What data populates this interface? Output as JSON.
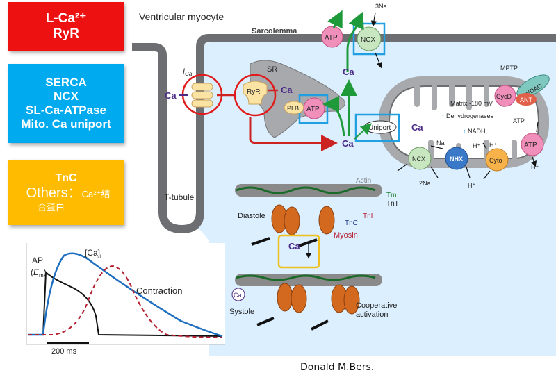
{
  "legend": {
    "red_box": [
      "L-Ca²⁺",
      "RyR"
    ],
    "blue_box": [
      "SERCA",
      "NCX",
      "SL-Ca-ATPase",
      "Mito. Ca uniport"
    ],
    "orange_box": {
      "line1": "TnC",
      "line2_large": "Others：",
      "line2_small": "Ca²⁺结",
      "line3": "合蛋白"
    }
  },
  "diagram": {
    "title": "Ventricular myocyte",
    "sarcolemma": "Sarcolemma",
    "t_tubule": "T-tubule",
    "sr": "SR",
    "ica": "I",
    "ica_sub": "Ca",
    "ca": "Ca",
    "ryr": "RyR",
    "plb": "PLB",
    "atp": "ATP",
    "ncx": "NCX",
    "three_na": "3Na",
    "uniport": "Uniport",
    "matrix": "Matrix -180 mV",
    "dehydrogenases": "Dehydrogenases",
    "nadh": "NADH",
    "mptp": "MPTP",
    "vdac": "VDAC",
    "cycd": "CycD",
    "ant": "ANT",
    "na": "Na",
    "two_na": "2Na",
    "nhx": "NHX",
    "cyto": "Cyto",
    "h_plus": "H⁺",
    "actin": "Actin",
    "tm": "Tm",
    "tnt": "TnT",
    "tni": "TnI",
    "tnc": "TnC",
    "myosin": "Myosin",
    "diastole": "Diastole",
    "systole": "Systole",
    "cooperative": "Cooperative",
    "activation": "activation"
  },
  "inset_chart": {
    "ap_label": "AP",
    "em_label_open": "(",
    "em_label_e": "E",
    "em_label_m": "m",
    "em_label_close": ")",
    "ca_label": "[Ca]",
    "ca_sub": "i",
    "contraction_label": "Contraction",
    "scale_bar_label": "200 ms"
  },
  "credit": "Donald M.Bers.",
  "colors": {
    "red_box": "#ee1111",
    "blue_box": "#00aaee",
    "orange_box": "#ffbb00",
    "cytosol": "#dcefff",
    "membrane": "#6d6e71",
    "ca_purple": "#4b2a86",
    "red_arrow": "#cc2222",
    "green_arrow": "#1f9a3a",
    "atp_pink": "#f08fba",
    "ncx_green": "#c8e6c0",
    "highlight_blue": "#20a0e0",
    "highlight_yellow": "#f0c020",
    "myosin_orange": "#d2691e",
    "ap_black": "#111111",
    "ca_blue": "#1f6fc0",
    "contraction_red": "#b52030"
  }
}
